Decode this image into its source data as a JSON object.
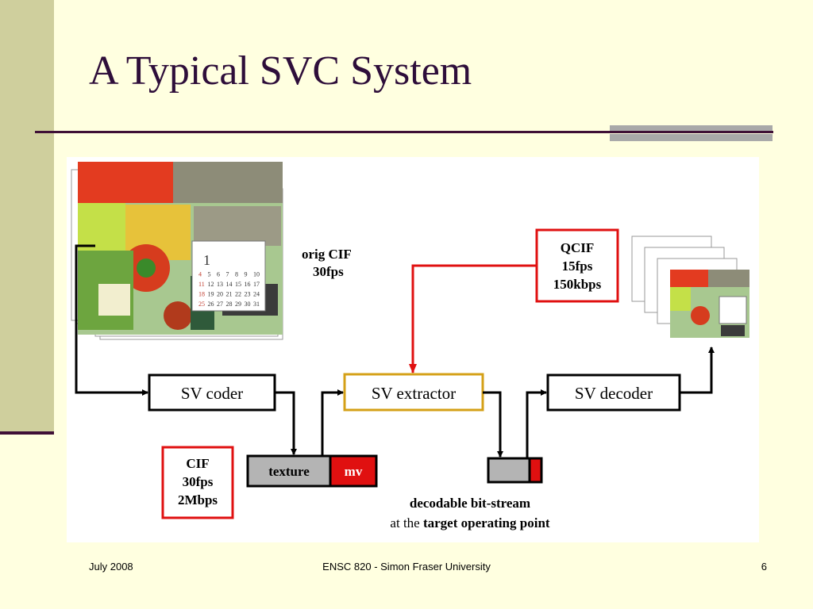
{
  "slide": {
    "title": "A Typical SVC System",
    "footer_left": "July 2008",
    "footer_center": "ENSC 820 - Simon Fraser University",
    "page_number": "6"
  },
  "diagram": {
    "orig_label": [
      "orig CIF",
      "30fps"
    ],
    "nodes": {
      "coder": "SV coder",
      "extractor": "SV extractor",
      "decoder": "SV decoder"
    },
    "cif_box": [
      "CIF",
      "30fps",
      "2Mbps"
    ],
    "qcif_box": [
      "QCIF",
      "15fps",
      "150kbps"
    ],
    "stream": {
      "texture": "texture",
      "mv": "mv"
    },
    "decodable_caption": {
      "line1": "decodable bit-stream",
      "line2_prefix": "at the ",
      "line2_bold": "target operating point"
    },
    "calendar": {
      "month": "1",
      "rows": [
        [
          "",
          "",
          "",
          "",
          "",
          "",
          ""
        ],
        [
          "4",
          "5",
          "6",
          "7",
          "8",
          "9",
          "10"
        ],
        [
          "11",
          "12",
          "13",
          "14",
          "15",
          "16",
          "17"
        ],
        [
          "18",
          "19",
          "20",
          "21",
          "22",
          "23",
          "24"
        ],
        [
          "25",
          "26",
          "27",
          "28",
          "29",
          "30",
          "31"
        ]
      ]
    },
    "colors": {
      "accent_red": "#e01010",
      "extractor_border": "#d4a017",
      "stream_gray": "#b4b4b4"
    }
  }
}
